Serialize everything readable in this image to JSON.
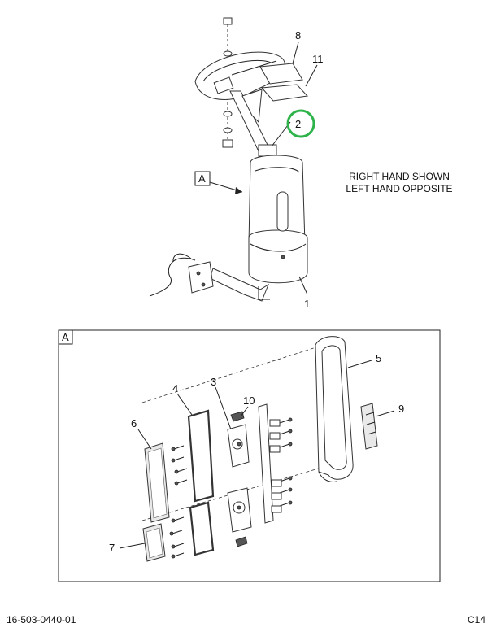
{
  "callouts": {
    "c1": "1",
    "c2": "2",
    "c8": "8",
    "c11": "11",
    "c3": "3",
    "c4": "4",
    "c5": "5",
    "c6": "6",
    "c7": "7",
    "c9": "9",
    "c10": "10"
  },
  "view_label": "A",
  "detail_label": "A",
  "note_line1": "RIGHT HAND SHOWN",
  "note_line2": "LEFT HAND OPPOSITE",
  "footer": {
    "doc_number": "16-503-0440-01",
    "page_code": "C14"
  },
  "highlight_color": "#2db34a"
}
